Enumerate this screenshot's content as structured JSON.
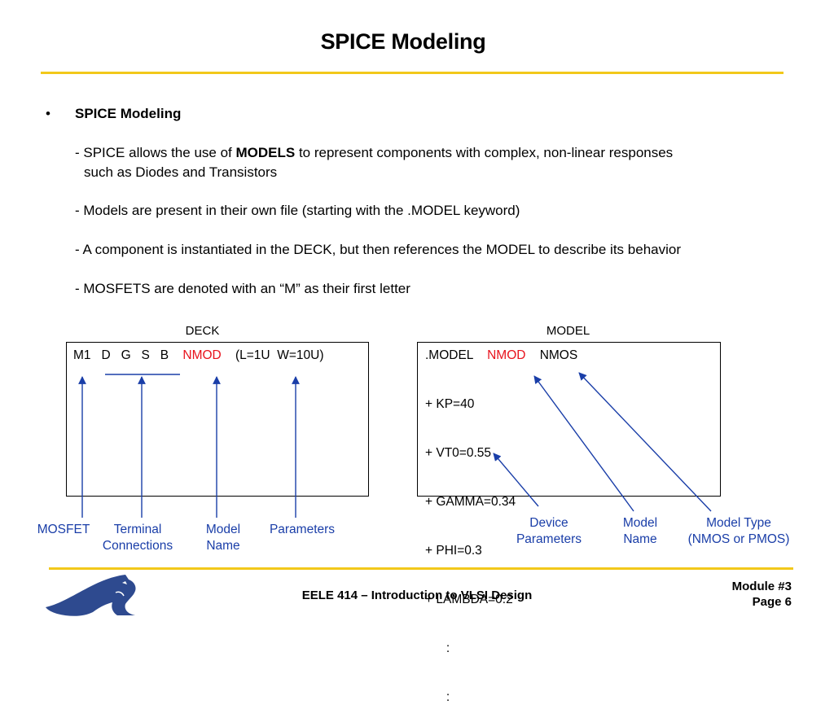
{
  "slide": {
    "title": "SPICE Modeling"
  },
  "content": {
    "bullet_char": "•",
    "heading": "SPICE Modeling",
    "line1_pre": "- SPICE allows the use of ",
    "line1_bold": "MODELS",
    "line1_post": " to represent components with complex, non-linear responses",
    "line1_cont": "such as Diodes and Transistors",
    "line2": "- Models are present in their own file (starting with the .MODEL keyword)",
    "line3": "- A component is instantiated in the DECK, but then references the MODEL to describe its behavior",
    "line4": "- MOSFETS are denoted with an “M” as their first letter"
  },
  "deck": {
    "label": "DECK",
    "line_pre": "M1   D   G   S   B",
    "line_model": "NMOD",
    "line_params": "(L=1U  W=10U)",
    "callouts": {
      "mosfet": "MOSFET",
      "terminal_1": "Terminal",
      "terminal_2": "Connections",
      "model_1": "Model",
      "model_2": "Name",
      "parameters": "Parameters"
    }
  },
  "model": {
    "label": "MODEL",
    "line_keyword": ".MODEL",
    "line_name": "NMOD",
    "line_type": "NMOS",
    "params": [
      "+ KP=40",
      "+ VT0=0.55",
      "+ GAMMA=0.34",
      "+ PHI=0.3",
      "+ LAMBDA=0.2",
      "      :",
      "      :"
    ],
    "callouts": {
      "device_1": "Device",
      "device_2": "Parameters",
      "name_1": "Model",
      "name_2": "Name",
      "type_1": "Model Type",
      "type_2": "(NMOS or PMOS)"
    }
  },
  "footer": {
    "course": "EELE 414 – Introduction to VLSI Design",
    "module": "Module #3",
    "page": "Page 6",
    "logo_icon": "bobcat-logo-icon"
  },
  "colors": {
    "accent_rule": "#f2c81a",
    "callout_blue": "#1a3ea8",
    "highlight_red": "#e8121c",
    "logo_navy": "#2e4a8f"
  }
}
